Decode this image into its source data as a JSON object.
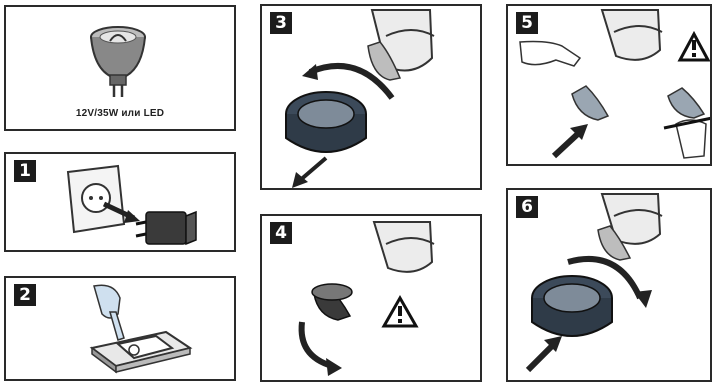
{
  "lamp_spec": {
    "text": "12V/35W или LED"
  },
  "steps": [
    {
      "number": "1"
    },
    {
      "number": "2"
    },
    {
      "number": "3"
    },
    {
      "number": "4"
    },
    {
      "number": "5"
    },
    {
      "number": "6"
    }
  ],
  "icons": {
    "lamp": "halogen-lamp-icon",
    "socket": "wall-socket-icon",
    "plug": "plug-icon",
    "switch": "light-switch-icon",
    "warning": "warning-icon",
    "fixture": "lamp-fixture-icon",
    "ring": "retaining-ring-icon",
    "arrow": "arrow-icon",
    "hand": "hand-icon"
  }
}
